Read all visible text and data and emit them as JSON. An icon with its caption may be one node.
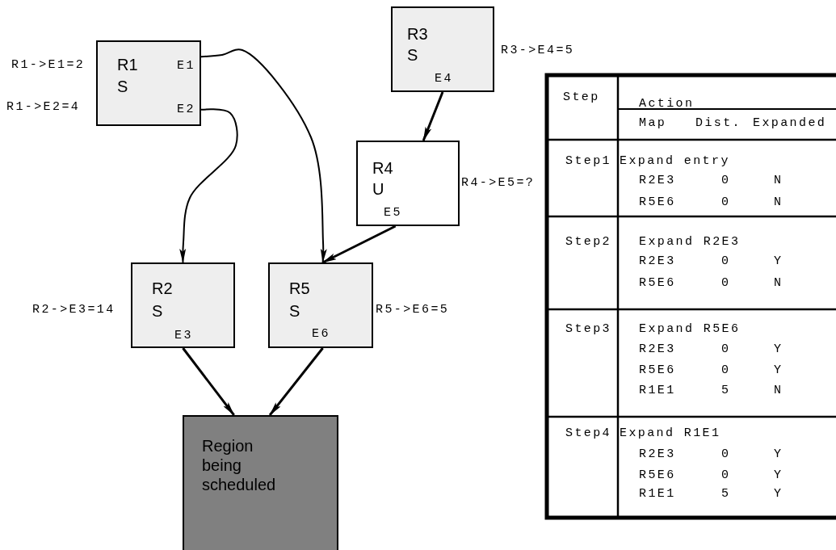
{
  "diagram": {
    "nodes": [
      {
        "text": [
          "R1",
          "S",
          "E1",
          "E2"
        ],
        "beside": [
          "R1->E1=2",
          "R1->E2=4"
        ]
      },
      {
        "text": [
          "R3",
          "S",
          "E4"
        ],
        "beside": [
          "R3->E4=5"
        ]
      },
      {
        "text": [
          "R4",
          "U",
          "E5"
        ],
        "beside": [
          "R4->E5=?"
        ]
      },
      {
        "text": [
          "R2",
          "S",
          "E3"
        ],
        "beside": [
          "R2->E3=14"
        ]
      },
      {
        "text": [
          "R5",
          "S",
          "E6"
        ],
        "beside": [
          "R5->E6=5"
        ]
      },
      {
        "text": [
          "Region being scheduled"
        ]
      }
    ],
    "edges": [
      {
        "from": 0,
        "to": 3,
        "arrow": "to"
      },
      {
        "from": 0,
        "to": 4,
        "arrow": "to"
      },
      {
        "from": 1,
        "to": 2,
        "arrow": "to"
      },
      {
        "from": 2,
        "to": 4,
        "arrow": "to"
      },
      {
        "from": 3,
        "to": 5,
        "arrow": "to"
      },
      {
        "from": 4,
        "to": 5,
        "arrow": "to"
      }
    ],
    "labels": [
      "Step",
      "Action",
      "Map",
      "Dist.",
      "Expanded",
      "Step1",
      "Expand entry",
      "R2E3",
      "0",
      "N",
      "R5E6",
      "0",
      "N",
      "Step2",
      "Expand R2E3",
      "R2E3",
      "0",
      "Y",
      "R5E6",
      "0",
      "N",
      "Step3",
      "Expand R5E6",
      "R2E3",
      "0",
      "Y",
      "R5E6",
      "0",
      "Y",
      "R1E1",
      "5",
      "N",
      "Step4",
      "Expand R1E1",
      "R2E3",
      "0",
      "Y",
      "R5E6",
      "0",
      "Y",
      "R1E1",
      "5",
      "Y"
    ]
  }
}
